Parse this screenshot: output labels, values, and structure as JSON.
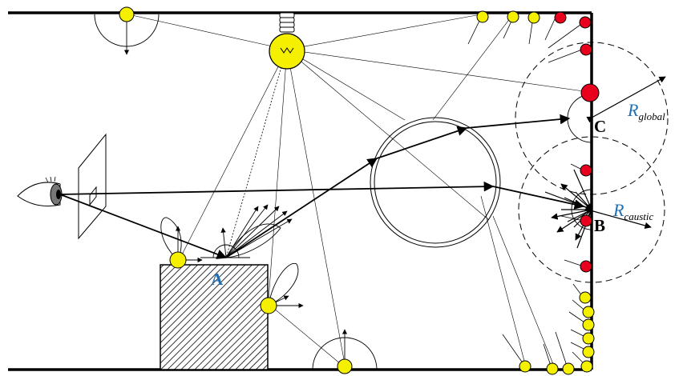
{
  "labels": {
    "point_a": "A",
    "point_b": "B",
    "point_c": "C",
    "r_global_main": "R",
    "r_global_sub": "global",
    "r_caustic_main": "R",
    "r_caustic_sub": "caustic"
  },
  "colors": {
    "photon_diffuse": "#f5f000",
    "photon_caustic": "#e8001c",
    "label_blue": "#1f6fb5",
    "line": "#000000"
  }
}
